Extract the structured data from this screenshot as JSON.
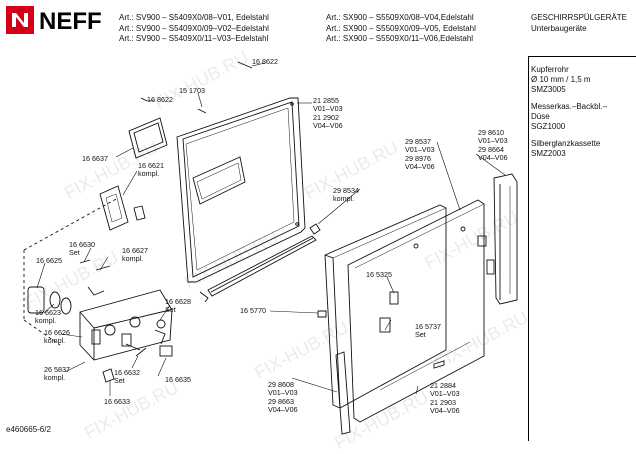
{
  "header": {
    "brand": "NEFF",
    "articles_col1": [
      "Art.: SV900 – S5409X0/08–V01, Edelstahl",
      "Art.: SV900 – S5409X0/09–V02–Edelstahl",
      "Art.: SV900 – S5409X0/11–V03–Edelstahl"
    ],
    "articles_col2": [
      "Art.: SX900 – S5509X0/08–V04,Edelstahl",
      "Art.: SX900 – S5509X0/09–V05, Edelstahl",
      "Art.: SX900 – S5509X0/11–V06,Edelstahl"
    ],
    "category": [
      "GESCHIRRSPÜLGERÄTE",
      "Unterbaugeräte"
    ]
  },
  "sidebar": {
    "blocks": [
      [
        "Kupferrohr",
        "Ø 10 mm / 1,5 m",
        "SMZ3005"
      ],
      [
        "Messerkas.–Backbl.–",
        "Düse",
        "SGZ1000"
      ],
      [
        "Silberglanzkassette",
        "SMZ2003"
      ]
    ]
  },
  "callouts": [
    [
      "16 8622"
    ],
    [
      "15 1703"
    ],
    [
      "16 8622"
    ],
    [
      "21 2855",
      "V01–V03",
      "21 2902",
      "V04–V06"
    ],
    [
      "16 6637"
    ],
    [
      "16 6621",
      "kompl."
    ],
    [
      "29 8537",
      "V01–V03",
      "29 8976",
      "V04–V06"
    ],
    [
      "29 8610",
      "V01–V03",
      "29 8664",
      "V04–V06"
    ],
    [
      "29 8534",
      "kompl."
    ],
    [
      "16 6630",
      "Set"
    ],
    [
      "16 6627",
      "kompl."
    ],
    [
      "16 6625"
    ],
    [
      "16 5325"
    ],
    [
      "16 6623",
      "kompl."
    ],
    [
      "16 6628",
      "Set"
    ],
    [
      "16 5770"
    ],
    [
      "16 5737",
      "Set"
    ],
    [
      "16 6626",
      "kompl."
    ],
    [
      "26 5837",
      "kompl."
    ],
    [
      "16 6632",
      "Set"
    ],
    [
      "16 6635"
    ],
    [
      "29 8608",
      "V01–V03",
      "29 8663",
      "V04–V06"
    ],
    [
      "21 2884",
      "V01–V03",
      "21 2903",
      "V04–V06"
    ],
    [
      "16 6633"
    ]
  ],
  "footer": {
    "doc_id": "e460665-6/2"
  },
  "watermark": "FIX-HUB.RU",
  "colors": {
    "line": "#111111",
    "logo_red": "#d4001a",
    "watermark": "#d3d3d3"
  }
}
